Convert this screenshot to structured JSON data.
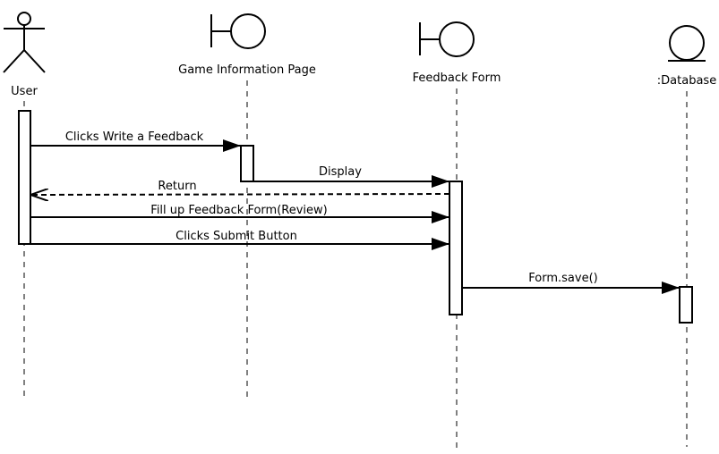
{
  "diagram": {
    "type": "UML sequence diagram",
    "participants": [
      {
        "id": "user",
        "label": "User",
        "kind": "actor"
      },
      {
        "id": "page",
        "label": "Game Information Page",
        "kind": "boundary"
      },
      {
        "id": "form",
        "label": "Feedback Form",
        "kind": "boundary"
      },
      {
        "id": "db",
        "label": ":Database",
        "kind": "entity"
      }
    ],
    "messages": [
      {
        "label": "Clicks Write a Feedback",
        "from": "user",
        "to": "page",
        "style": "solid"
      },
      {
        "label": "Display",
        "from": "page",
        "to": "form",
        "style": "solid"
      },
      {
        "label": "Return",
        "from": "form",
        "to": "user",
        "style": "dashed"
      },
      {
        "label": "Fill up Feedback Form(Review)",
        "from": "user",
        "to": "form",
        "style": "solid"
      },
      {
        "label": "Clicks Submit Button",
        "from": "user",
        "to": "form",
        "style": "solid"
      },
      {
        "label": "Form.save()",
        "from": "form",
        "to": "db",
        "style": "solid"
      }
    ]
  }
}
